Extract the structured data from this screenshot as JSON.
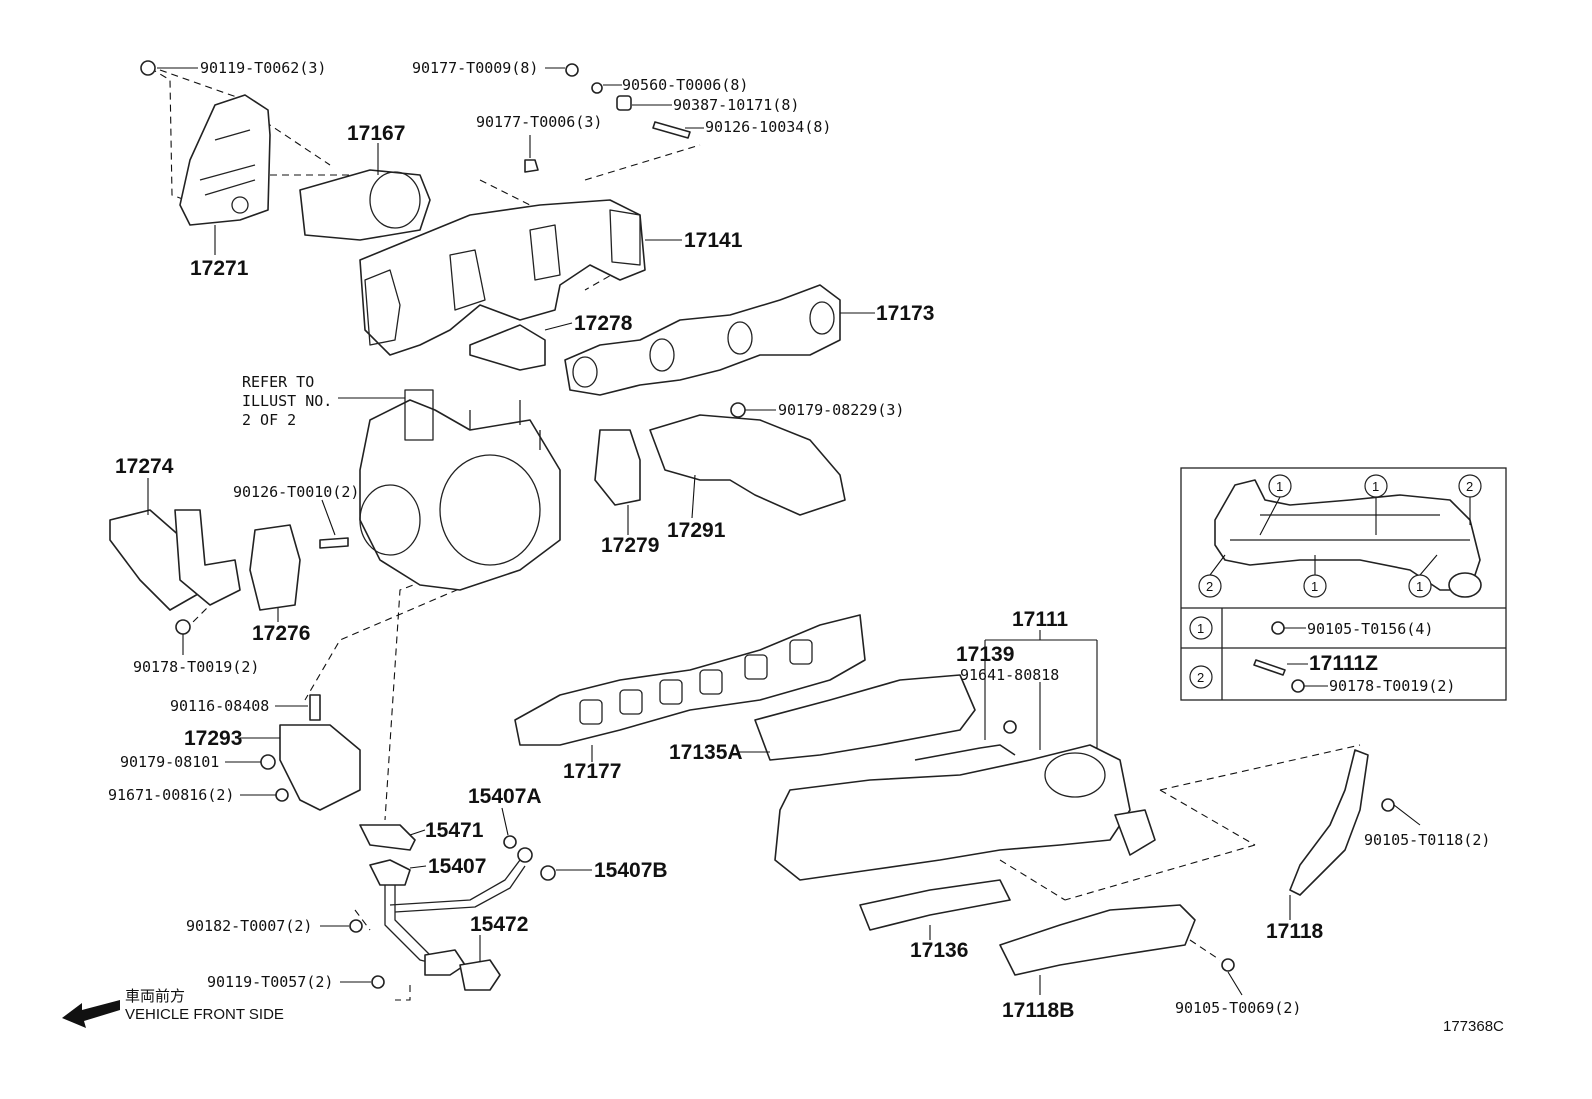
{
  "callouts": {
    "p90119_T0062": "90119-T0062(3)",
    "p90177_T0009": "90177-T0009(8)",
    "p90560_T0006": "90560-T0006(8)",
    "p90387_10171": "90387-10171(8)",
    "p90177_T0006": "90177-T0006(3)",
    "p90126_10034": "90126-10034(8)",
    "p17167": "17167",
    "p17141": "17141",
    "p17271": "17271",
    "p17278": "17278",
    "p17173": "17173",
    "p90179_08229": "90179-08229(3)",
    "p17274": "17274",
    "p90126_T0010": "90126-T0010(2)",
    "p17279": "17279",
    "p17291": "17291",
    "p17276": "17276",
    "p90178_T0019": "90178-T0019(2)",
    "p90116_08408": "90116-08408",
    "p17293": "17293",
    "p90179_08101": "90179-08101",
    "p91671_00816": "91671-00816(2)",
    "p15407A": "15407A",
    "p15471": "15471",
    "p15407": "15407",
    "p15407B": "15407B",
    "p90182_T0007": "90182-T0007(2)",
    "p15472": "15472",
    "p90119_T0057": "90119-T0057(2)",
    "p17177": "17177",
    "p17135A": "17135A",
    "p17111": "17111",
    "p17139": "17139",
    "p91641_80818": "91641-80818",
    "p17136": "17136",
    "p17118B": "17118B",
    "p90105_T0069": "90105-T0069(2)",
    "p90105_T0118": "90105-T0118(2)",
    "p17118": "17118"
  },
  "refer_note": [
    "REFER TO",
    "ILLUST NO.",
    "2 OF 2"
  ],
  "inset": {
    "circle_1": "1",
    "circle_2": "2",
    "row1_part": "90105-T0156(4)",
    "row2_part_a": "17111Z",
    "row2_part_b": "90178-T0019(2)"
  },
  "front": {
    "jp": "車両前方",
    "en": "VEHICLE FRONT SIDE"
  },
  "illustration_id": "177368C"
}
